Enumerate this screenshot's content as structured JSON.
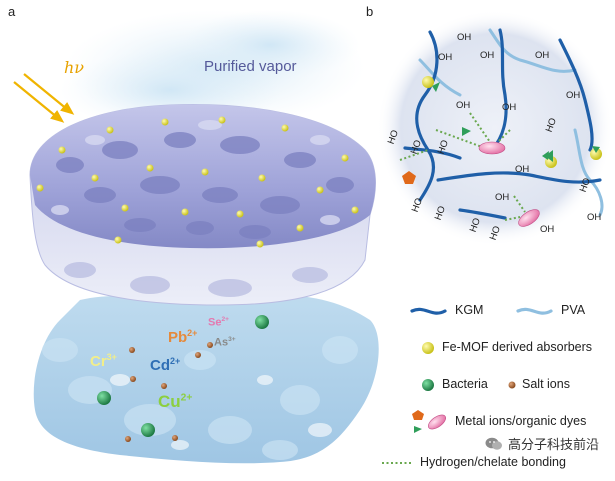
{
  "panels": {
    "a": "a",
    "b": "b"
  },
  "panel_a": {
    "light_label": "hν",
    "vapor_label": "Purified vapor",
    "ions": [
      {
        "symbol": "Pb",
        "charge": "2+",
        "color": "#e58a3c"
      },
      {
        "symbol": "Se",
        "charge": "2+",
        "color": "#e37ab0"
      },
      {
        "symbol": "As",
        "charge": "3+",
        "color": "#8a8a8a"
      },
      {
        "symbol": "Cr",
        "charge": "3+",
        "color": "#f2ee8a"
      },
      {
        "symbol": "Cd",
        "charge": "2+",
        "color": "#2f6fb5"
      },
      {
        "symbol": "Cu",
        "charge": "2+",
        "color": "#8ccf3f"
      }
    ]
  },
  "panel_b": {
    "oh_label": "OH",
    "ho_label": "HO"
  },
  "legend": {
    "kgm": "KGM",
    "pva": "PVA",
    "fe_mof": "Fe-MOF derived absorbers",
    "bacteria": "Bacteria",
    "salt_ions": "Salt ions",
    "metal_ions": "Metal ions/organic dyes",
    "bonding": "Hydrogen/chelate bonding"
  },
  "watermark": {
    "text": "高分子科技前沿"
  },
  "colors": {
    "kgm": "#1f5fa8",
    "pva": "#8fbfe0",
    "fe_mof": "#e6e23a",
    "bacteria": "#2f9e5a",
    "salt": "#b5652e",
    "bond": "#6aa84f",
    "arrow": "#f0b400"
  }
}
